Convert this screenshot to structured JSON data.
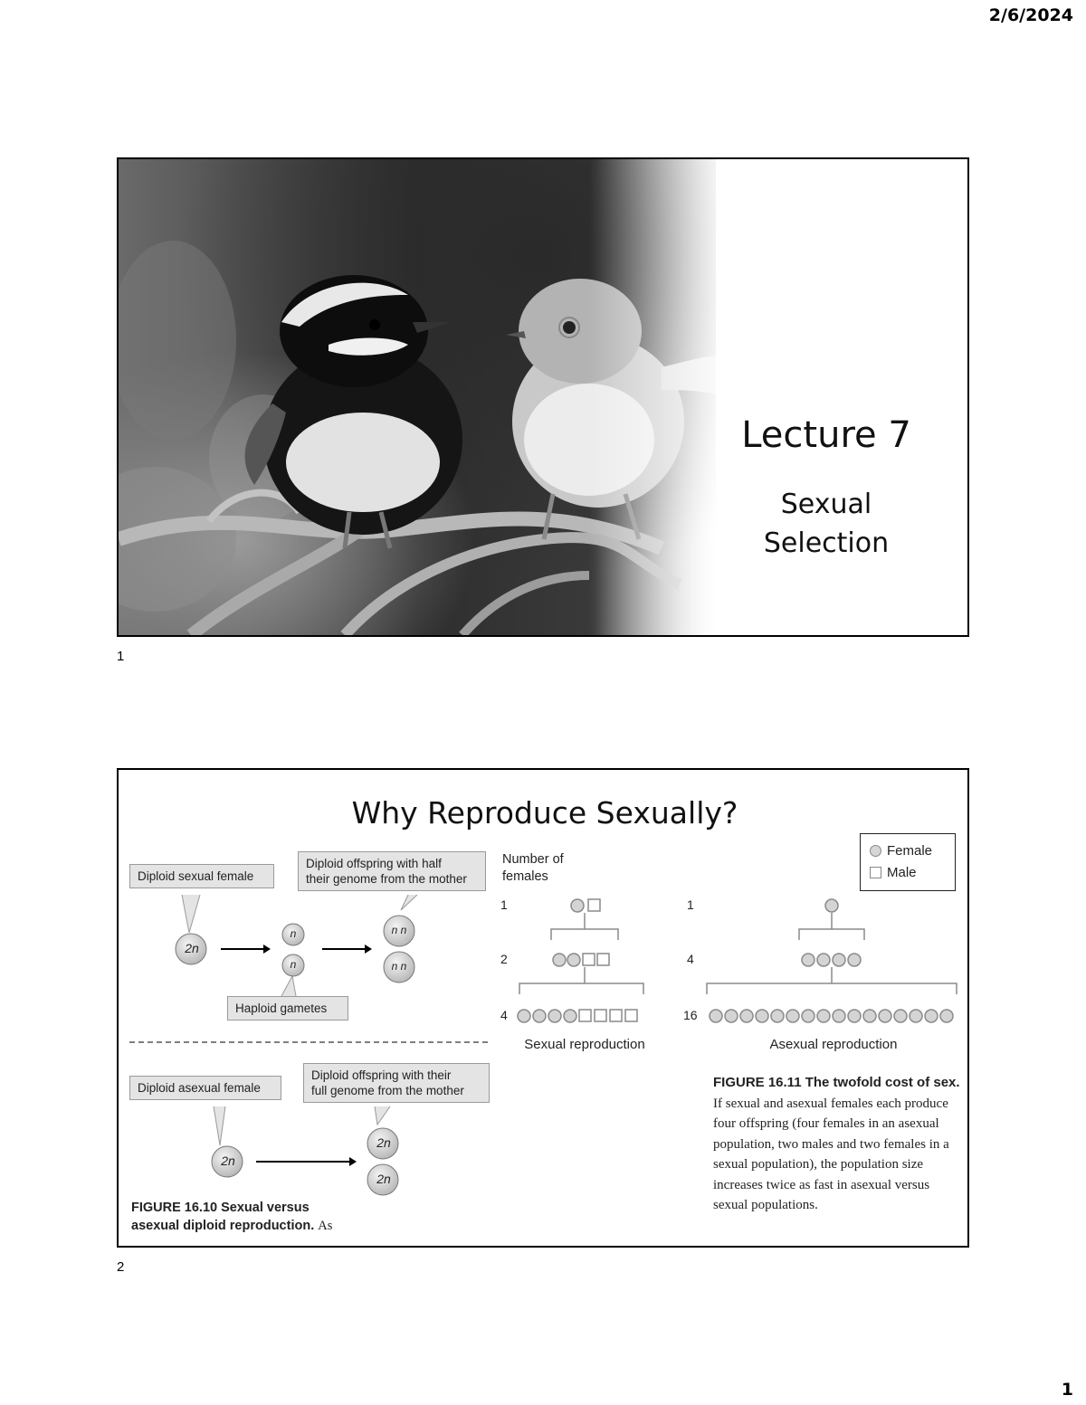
{
  "header": {
    "date": "2/6/2024"
  },
  "footer": {
    "page_number": "1"
  },
  "slide1": {
    "number": "1",
    "title": "Lecture 7",
    "subtitle_line1": "Sexual",
    "subtitle_line2": "Selection"
  },
  "slide2": {
    "number": "2",
    "title": "Why Reproduce Sexually?",
    "fig1610": {
      "callout_sexual_female": "Diploid sexual female",
      "callout_offspring_half_1": "Diploid offspring with half",
      "callout_offspring_half_2": "their genome from the mother",
      "callout_haploid": "Haploid gametes",
      "callout_asexual_female": "Diploid asexual female",
      "callout_offspring_full_1": "Diploid offspring with their",
      "callout_offspring_full_2": "full genome from the mother",
      "label_2n": "2n",
      "label_n": "n",
      "label_nn": "n n",
      "caption_bold_1": "FIGURE 16.10  Sexual versus",
      "caption_bold_2": "asexual diploid reproduction.",
      "caption_rest": "As"
    },
    "fig1611": {
      "axis_label_1": "Number of",
      "axis_label_2": "females",
      "sexual_counts": [
        "1",
        "2",
        "4"
      ],
      "asexual_counts": [
        "1",
        "4",
        "16"
      ],
      "sexual_label": "Sexual reproduction",
      "asexual_label": "Asexual reproduction",
      "legend_female": "Female",
      "legend_male": "Male",
      "caption_bold": "FIGURE 16.11  The twofold cost of sex.",
      "caption_text": "If sexual and asexual females each produce four offspring (four females in an asexual population, two males and two females in a sexual population), the population size increases twice as fast in asexual versus sexual populations."
    }
  }
}
